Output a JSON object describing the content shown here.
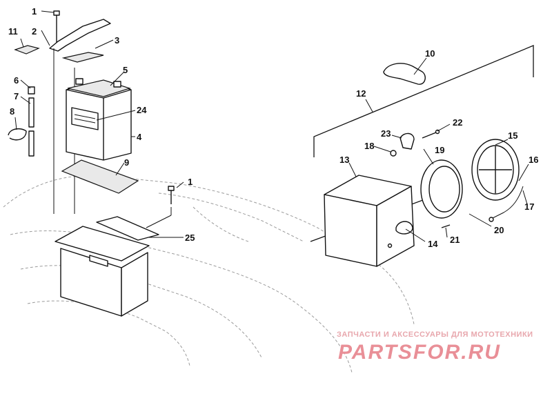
{
  "callouts": {
    "c1a": "1",
    "c2": "2",
    "c3": "3",
    "c4": "4",
    "c5": "5",
    "c6": "6",
    "c7": "7",
    "c8": "8",
    "c9": "9",
    "c10": "10",
    "c11": "11",
    "c12": "12",
    "c13": "13",
    "c14": "14",
    "c15": "15",
    "c16": "16",
    "c17": "17",
    "c18": "18",
    "c19": "19",
    "c20": "20",
    "c21": "21",
    "c22": "22",
    "c23": "23",
    "c24": "24",
    "c25": "25",
    "c1b": "1"
  },
  "watermark": {
    "tagline": "ЗАПЧАСТИ И АКСЕССУАРЫ ДЛЯ МОТОТЕХНИКИ",
    "brand": "PARTSFOR.RU"
  },
  "colors": {
    "ink": "#111111",
    "watermark": "#e98f97"
  }
}
